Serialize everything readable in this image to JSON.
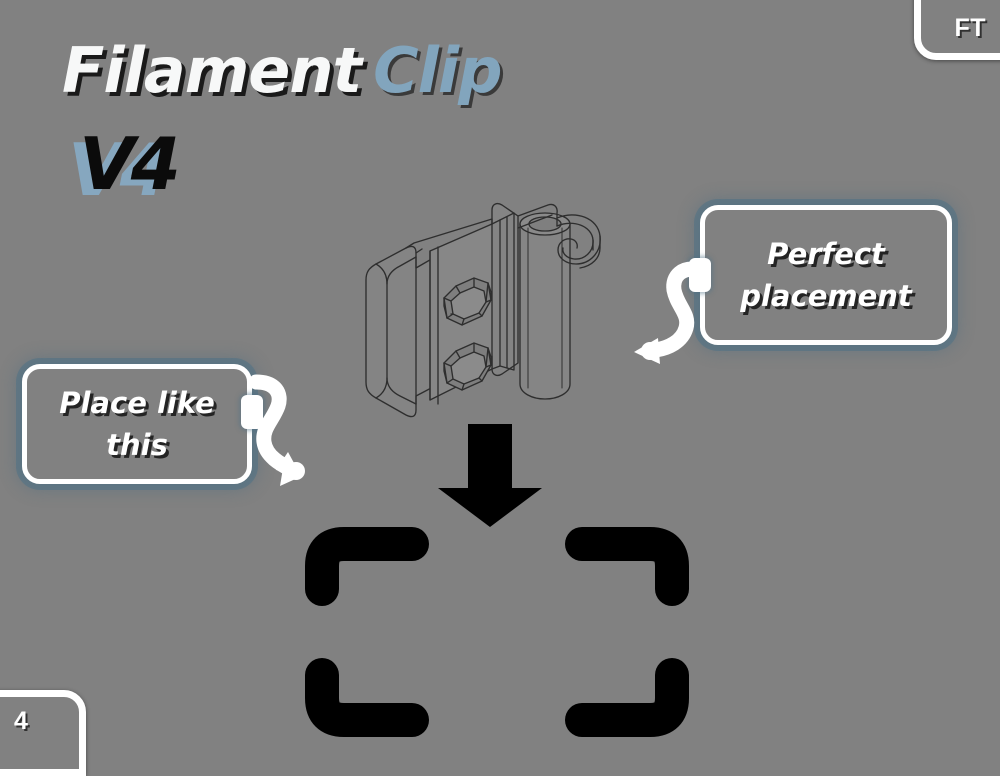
{
  "meta": {
    "background_color": "#818181",
    "accent_blue": "#82a5bd",
    "glow_blue": "#4f7185",
    "white": "#ffffff",
    "black": "#000000"
  },
  "title": {
    "word_main": "Filament",
    "word_accent": "Clip",
    "version": "V4"
  },
  "corner_badges": {
    "top_right_label": "FT",
    "bottom_left_label": "4"
  },
  "callouts": [
    {
      "id": "place-like-this",
      "line1": "Place like",
      "line2": "this",
      "position": "left"
    },
    {
      "id": "perfect-placement",
      "line1": "Perfect",
      "line2": "placement",
      "position": "right"
    }
  ],
  "icons": {
    "arrow_left_callout": "curved-arrow-down-right-icon",
    "arrow_right_callout": "curved-arrow-down-left-icon",
    "arrow_down": "arrow-down-icon",
    "placement_target": "corner-brackets-icon",
    "model": "filament-clip-3d-model"
  },
  "model": {
    "name": "Filament Clip V4 3D model",
    "style": "wireframe-cad-line-art",
    "features": [
      "curved back plate",
      "two hexagonal cutouts",
      "cylindrical tube",
      "top hook ring"
    ]
  }
}
